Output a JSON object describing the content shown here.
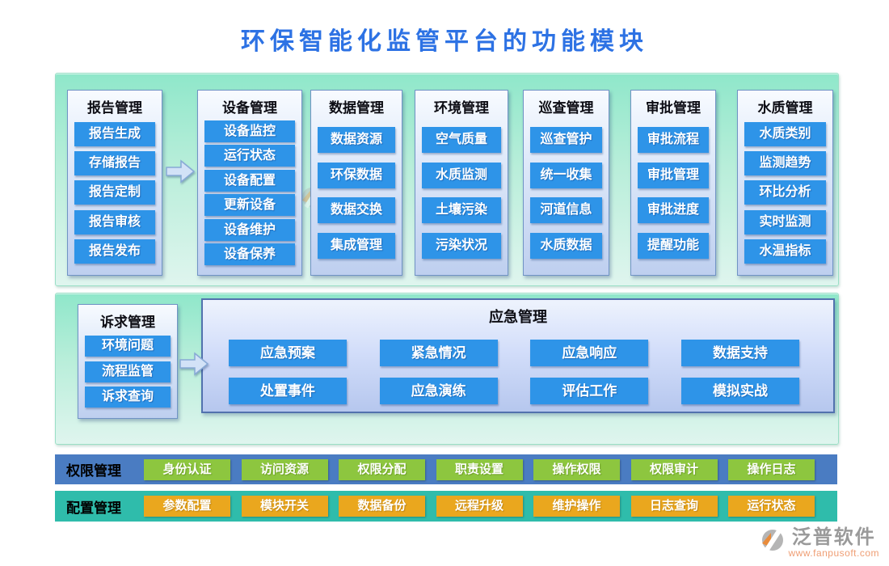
{
  "title": "环保智能化监管平台的功能模块",
  "panel1": {
    "columns": [
      {
        "header": "报告管理",
        "items": [
          "报告生成",
          "存储报告",
          "报告定制",
          "报告审核",
          "报告发布"
        ]
      },
      {
        "header": "设备管理",
        "items": [
          "设备监控",
          "运行状态",
          "设备配置",
          "更新设备",
          "设备维护",
          "设备保养"
        ]
      },
      {
        "header": "数据管理",
        "items": [
          "数据资源",
          "环保数据",
          "数据交换",
          "集成管理"
        ]
      },
      {
        "header": "环境管理",
        "items": [
          "空气质量",
          "水质监测",
          "土壤污染",
          "污染状况"
        ]
      },
      {
        "header": "巡查管理",
        "items": [
          "巡查管护",
          "统一收集",
          "河道信息",
          "水质数据"
        ]
      },
      {
        "header": "审批管理",
        "items": [
          "审批流程",
          "审批管理",
          "审批进度",
          "提醒功能"
        ]
      },
      {
        "header": "水质管理",
        "items": [
          "水质类别",
          "监测趋势",
          "环比分析",
          "实时监测",
          "水温指标"
        ]
      }
    ]
  },
  "panel2": {
    "appeal": {
      "header": "诉求管理",
      "items": [
        "环境问题",
        "流程监管",
        "诉求查询"
      ]
    },
    "emergency": {
      "header": "应急管理",
      "items": [
        "应急预案",
        "紧急情况",
        "应急响应",
        "数据支持",
        "处置事件",
        "应急演练",
        "评估工作",
        "模拟实战"
      ]
    }
  },
  "rows": [
    {
      "label": "权限管理",
      "items": [
        "身份认证",
        "访问资源",
        "权限分配",
        "职责设置",
        "操作权限",
        "权限审计",
        "操作日志"
      ]
    },
    {
      "label": "配置管理",
      "items": [
        "参数配置",
        "模块开关",
        "数据备份",
        "远程升级",
        "维护操作",
        "日志查询",
        "运行状态"
      ]
    }
  ],
  "footer": {
    "brand": "泛普软件",
    "url": "www.fanpusoft.com"
  },
  "icons": {
    "flow_arrow": "arrow-right-icon",
    "brand_logo": "fanpu-logo-icon",
    "watermark": "fanpu-watermark-icon"
  },
  "colors": {
    "title_blue": "#2d72e4",
    "panel_mint": "#8fe7ca",
    "module_button_blue": "#2e94e8",
    "permission_row_blue": "#4a7cc2",
    "permission_button_green": "#8dc63f",
    "config_row_teal": "#2fbcab",
    "config_button_orange": "#eaa71e"
  }
}
